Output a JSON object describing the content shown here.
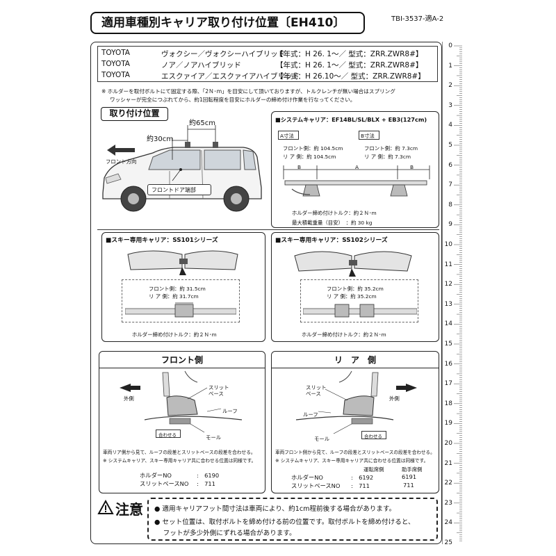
{
  "header": {
    "title": "適用車種別キャリア取り付け位置〔EH410〕",
    "doc_id": "TBI-3537-適A-2"
  },
  "vehicles": [
    {
      "maker": "TOYOTA",
      "model": "ヴォクシー／ヴォクシーハイブリッド",
      "spec": "【年式：H 26. 1～／ 型式：ZRR.ZWR8#】"
    },
    {
      "maker": "TOYOTA",
      "model": "ノア／ノアハイブリッド",
      "spec": "【年式：H 26. 1～／ 型式：ZRR.ZWR8#】"
    },
    {
      "maker": "TOYOTA",
      "model": "エスクァイア／エスクァイアハイブリッド",
      "spec": "【年式：H 26.10～／ 型式：ZRR.ZWR8#】"
    }
  ],
  "note": {
    "line1": "※ ホルダーを取付ボルトにて固定する際、「2Ｎ･ｍ」を目安にして頂いておりますが、トルクレンチが無い場合はスプリング",
    "line2": "ワッシャーが完全につぶれてから、約1回転程度を目安にホルダーの締め付け作業を行なってください。"
  },
  "mount": {
    "section_label": "取り付け位置",
    "dim_65": "約65cm",
    "dim_30": "約30cm",
    "front_direction": "フロント方向",
    "door_label": "フロントドア端部"
  },
  "system_carrier": {
    "header": "■システムキャリア：EF14BL/SL/BLX + EB3(127cm)",
    "a_label": "A寸法",
    "b_label": "B寸法",
    "a_front": "フロント側：約 104.5cm",
    "a_rear": "リ ア 側：約 104.5cm",
    "b_front": "フロント側：約  7.3cm",
    "b_rear": "リ ア 側：約  7.3cm",
    "diagram_b": "B",
    "diagram_a": "A",
    "torque": "ホルダー締め付けトルク：約２Ｎ･m",
    "max_load": "最大積載重量（目安）　：約 30 kg"
  },
  "ss101": {
    "header": "■スキー専用キャリア：SS101シリーズ",
    "front": "フロント側：約 31.5cm",
    "rear": "リ ア 側：約 31.7cm",
    "torque": "ホルダー締め付けトルク：約２Ｎ･m"
  },
  "ss102": {
    "header": "■スキー専用キャリア：SS102シリーズ",
    "front": "フロント側：約 35.2cm",
    "rear": "リ ア 側：約 35.2cm",
    "torque": "ホルダー締め付けトルク：約２Ｎ･m"
  },
  "front_panel": {
    "title": "フロント側",
    "outer": "外側",
    "slit_base": "スリット\nベース",
    "roof": "ルーフ",
    "mall": "モール",
    "align": "合わせる",
    "desc1": "車両リア側から見て、ルーフの段差とスリットベースの段差を合わせる。",
    "desc2": "※ システムキャリア、スキー専用キャリア共に合わせる位置は同様です。",
    "holder_no_label": "ホルダーNO",
    "holder_no": ":　6190",
    "slit_no_label": "スリットベースNO",
    "slit_no": ":　711"
  },
  "rear_panel": {
    "title": "リ　ア　側",
    "outer": "外側",
    "slit_base": "スリット\nベース",
    "roof": "ルーフ",
    "mall": "モール",
    "align": "合わせる",
    "desc1": "車両フロント側から見て、ルーフの段差とスリットベースの段差を合わせる。",
    "desc2": "※ システムキャリア、スキー専用キャリア共に合わせる位置は同様です。",
    "driver_side": "運転席側",
    "passenger_side": "助手席側",
    "holder_no_label": "ホルダーNO",
    "holder_driver": ":　6192",
    "holder_passenger": "6191",
    "slit_no_label": "スリットベースNO",
    "slit_driver": ":　711",
    "slit_passenger": "711"
  },
  "caution": {
    "title": "注意",
    "line1": "● 適用キャリアフット間寸法は車両により、約1cm程前後する場合があります。",
    "line2": "● セット位置は、取付ボルトを締め付ける前の位置です。取付ボルトを締め付けると、",
    "line3": "　 フットが多少外側にずれる場合があります。"
  },
  "ruler": {
    "labels": [
      "0",
      "1",
      "2",
      "3",
      "4",
      "5",
      "6",
      "7",
      "8",
      "9",
      "10",
      "11",
      "12",
      "13",
      "14",
      "15",
      "16",
      "17",
      "18",
      "19",
      "20",
      "21",
      "22",
      "23",
      "24",
      "25"
    ]
  }
}
